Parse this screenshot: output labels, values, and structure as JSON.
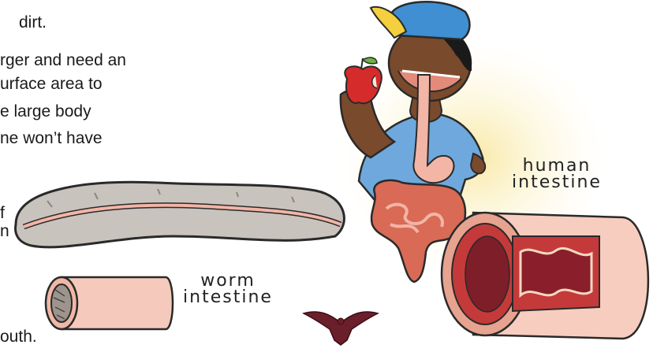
{
  "text_lines": [
    "dirt.",
    "rger and need an",
    "urface area to",
    "e large body",
    "ne won’t have",
    "f",
    "n",
    "outh."
  ],
  "labels": {
    "human": "human\nintestine",
    "worm": "worm\nintestine"
  },
  "colors": {
    "skin": "#7a4a2c",
    "cap": "#3f8fd2",
    "shirt": "#6fa8dc",
    "intestine_pink": "#f2b5a6",
    "intestine_red": "#c43a3a",
    "worm_gray": "#c9c3bd",
    "hawk": "#6b1f2a"
  },
  "icons": [
    "apple-icon",
    "hawk-logo-icon"
  ]
}
